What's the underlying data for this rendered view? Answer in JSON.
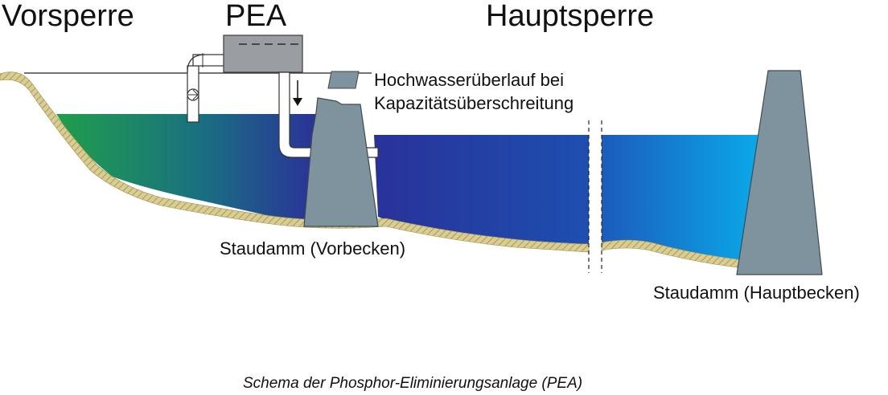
{
  "labels": {
    "vorsperre": "Vorsperre",
    "pea": "PEA",
    "hauptsperre": "Hauptsperre",
    "overflow_line1": "Hochwasserüberlauf bei",
    "overflow_line2": "Kapazitätsüberschreitung",
    "dam_pre": "Staudamm (Vorbecken)",
    "dam_main": "Staudamm (Hauptbecken)"
  },
  "caption": "Schema der Phosphor-Eliminierungsanlage (PEA)",
  "colors": {
    "water_pre_start": "#1f9e4a",
    "water_pre_end": "#2b2f9a",
    "water_main_start": "#1d4fb0",
    "water_main_end": "#0aa8e8",
    "dam": "#7e939e",
    "ground_hatch": "#cfc07e",
    "pea_box": "#9a9ea3"
  }
}
